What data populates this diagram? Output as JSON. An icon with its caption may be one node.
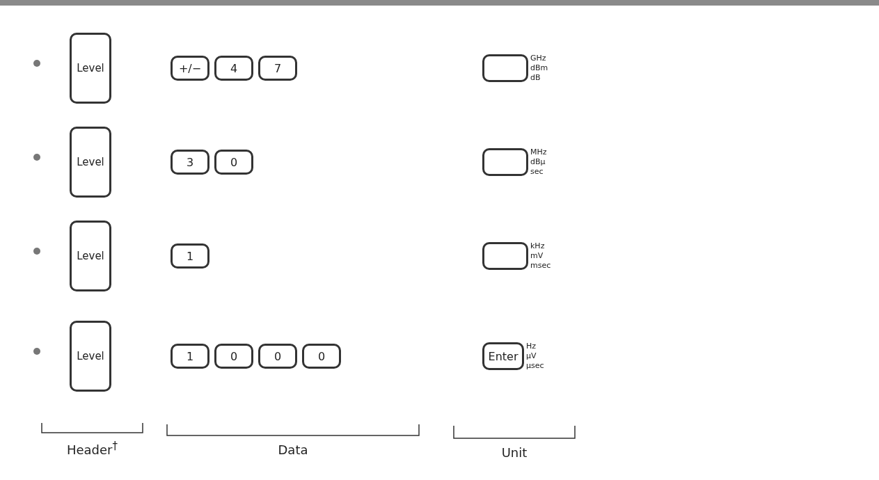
{
  "diagram": {
    "nodes": [
      {
        "text": [
          "Level"
        ]
      },
      {
        "text": [
          "+/−"
        ]
      },
      {
        "text": [
          "4"
        ]
      },
      {
        "text": [
          "7"
        ]
      },
      {
        "text": [],
        "shape": "box",
        "beside": [
          "GHz",
          "dBm",
          "dB"
        ]
      },
      {
        "text": [
          "Level"
        ]
      },
      {
        "text": [
          "3"
        ]
      },
      {
        "text": [
          "0"
        ]
      },
      {
        "text": [],
        "shape": "box",
        "beside": [
          "MHz",
          "dBμ",
          "sec"
        ]
      },
      {
        "text": [
          "Level"
        ]
      },
      {
        "text": [
          "1"
        ]
      },
      {
        "text": [],
        "shape": "box",
        "beside": [
          "kHz",
          "mV",
          "msec"
        ]
      },
      {
        "text": [
          "Level"
        ]
      },
      {
        "text": [
          "1"
        ]
      },
      {
        "text": [
          "0"
        ]
      },
      {
        "text": [
          "0"
        ]
      },
      {
        "text": [
          "0"
        ]
      },
      {
        "text": [
          "Enter"
        ],
        "beside": [
          "Hz",
          "μV",
          "μsec"
        ]
      }
    ],
    "labels": [
      "Header$^{†}$",
      "Data",
      "Unit"
    ]
  }
}
